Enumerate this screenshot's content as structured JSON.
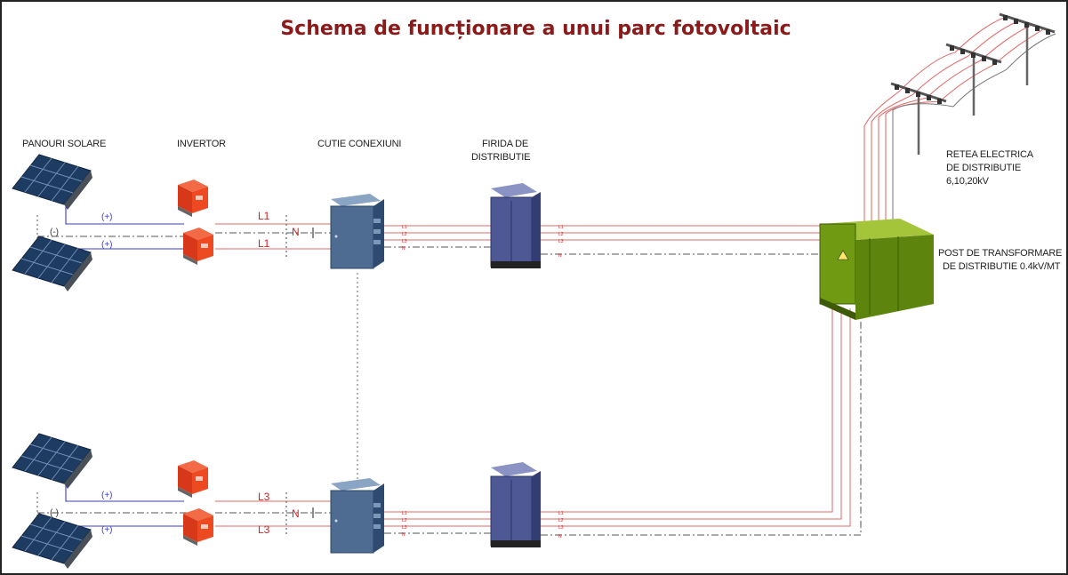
{
  "title": "Schema de funcționare a unui parc fotovoltaic",
  "labels": {
    "panels": "PANOURI SOLARE",
    "inverter": "INVERTOR",
    "junction_box": "CUTIE CONEXIUNI",
    "distribution_cabinet_line1": "FIRIDA DE",
    "distribution_cabinet_line2": "DISTRIBUTIE",
    "grid_line1": "RETEA ELECTRICA",
    "grid_line2": "DE DISTRIBUTIE",
    "grid_line3": "6,10,20kV",
    "transformer_line1": "POST DE TRANSFORMARE",
    "transformer_line2": "DE DISTRIBUTIE  0.4kV/MT"
  },
  "wire_labels": {
    "plus": "(+)",
    "minus": "(-)",
    "neutral": "N",
    "upper_line": "L1",
    "lower_line": "L3",
    "busbar": [
      "L1",
      "L2",
      "L3",
      "N"
    ]
  },
  "colors": {
    "title": "#8b1a1a",
    "dc_wire": "#3a3ad8",
    "ac_wire": "#e06a6a",
    "line_label": "#d42020",
    "panel": "#22456e",
    "inverter": "#e83c1a",
    "box": "#4a6a92",
    "cabinet": "#4a5490",
    "transformer": "#6f9a12"
  }
}
